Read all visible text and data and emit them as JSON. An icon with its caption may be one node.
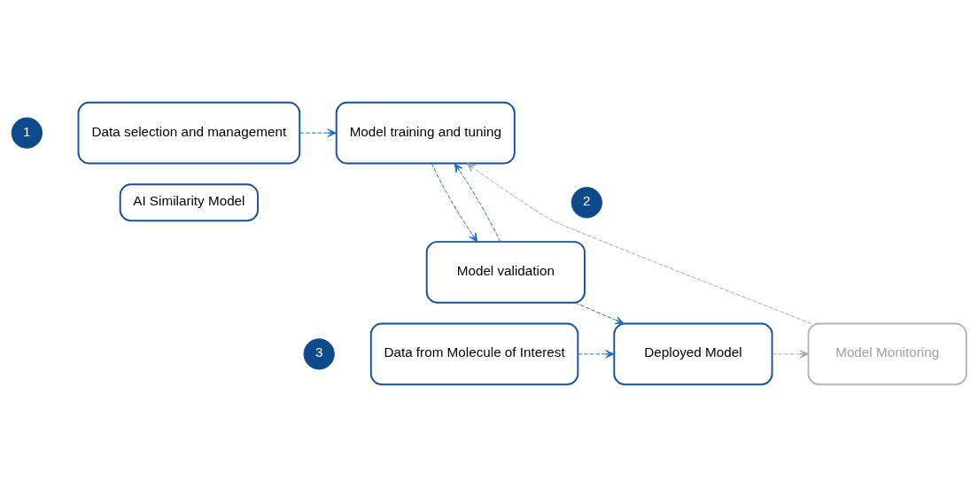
{
  "diagram": {
    "nodes": [
      {
        "text": [
          "1"
        ]
      },
      {
        "text": [
          "Data selection and management"
        ]
      },
      {
        "text": [
          "AI Similarity Model"
        ]
      },
      {
        "text": [
          "Model training and tuning"
        ]
      },
      {
        "text": [
          "2"
        ]
      },
      {
        "text": [
          "Model validation"
        ]
      },
      {
        "text": [
          "3"
        ]
      },
      {
        "text": [
          "Data from Molecule of Interest"
        ]
      },
      {
        "text": [
          "Deployed Model"
        ]
      },
      {
        "text": [
          "Model Monitoring"
        ]
      }
    ],
    "edges": [
      {
        "from": 1,
        "to": 3,
        "arrow": "to",
        "style": "dashed"
      },
      {
        "from": 5,
        "to": 3,
        "arrow": "to",
        "style": "dashed"
      },
      {
        "from": 3,
        "to": 5,
        "arrow": "to",
        "style": "dashed"
      },
      {
        "from": 5,
        "to": 8,
        "arrow": "to",
        "style": "dashed"
      },
      {
        "from": 7,
        "to": 8,
        "arrow": "to",
        "style": "dashed"
      },
      {
        "from": 8,
        "to": 9,
        "arrow": "to",
        "style": "dashed",
        "color": "#a6a6a6"
      },
      {
        "from": 9,
        "to": 3,
        "arrow": "to",
        "style": "dashed",
        "color": "#a6a6a6"
      }
    ]
  }
}
